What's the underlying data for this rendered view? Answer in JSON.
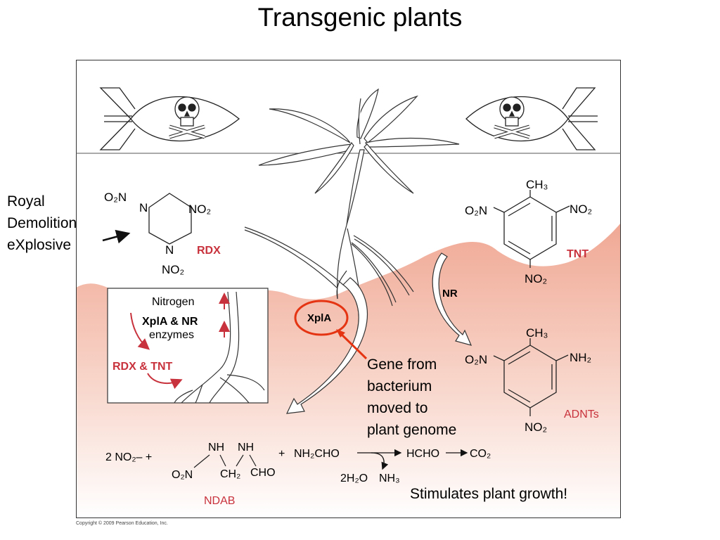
{
  "slide": {
    "title": "Transgenic plants"
  },
  "annotations": {
    "royal": [
      "Royal",
      "Demolition",
      "eXplosive"
    ],
    "gene": [
      "Gene from",
      "bacterium",
      "moved to",
      "plant genome"
    ],
    "stimulates": "Stimulates plant growth!"
  },
  "figure": {
    "rdx": {
      "name": "RDX",
      "o2n": "O₂N",
      "no2_right": "NO₂",
      "n": "N",
      "no2_bottom": "NO₂"
    },
    "tnt": {
      "name": "TNT",
      "ch3": "CH₃",
      "o2n": "O₂N",
      "no2_right": "NO₂",
      "no2_bottom": "NO₂"
    },
    "adnts": {
      "name": "ADNTs",
      "ch3": "CH₃",
      "o2n": "O₂N",
      "nh2": "NH₂",
      "no2_bottom": "NO₂"
    },
    "nr_label": "NR",
    "xpla_label": "XplA",
    "inset": {
      "nitrogen": "Nitrogen",
      "enzymes_bold": "XplA & NR",
      "enzymes": "enzymes",
      "substrates": "RDX & TNT"
    },
    "equation": {
      "lhs": "2 NO₂– +",
      "nh_left": "NH",
      "nh_right": "NH",
      "o2n": "O₂N",
      "ch2": "CH₂",
      "cho": "CHO",
      "plus": "+",
      "nh2cho": "NH₂CHO",
      "hcho": "HCHO",
      "co2": "CO₂",
      "water": "2H₂O",
      "nh3": "NH₃",
      "ndab": "NDAB"
    },
    "copyright": "Copyright © 2009 Pearson Education, Inc."
  },
  "colors": {
    "red_label": "#c8323c",
    "soil_top": "#f0a894",
    "callout_ring": "#e43412"
  }
}
